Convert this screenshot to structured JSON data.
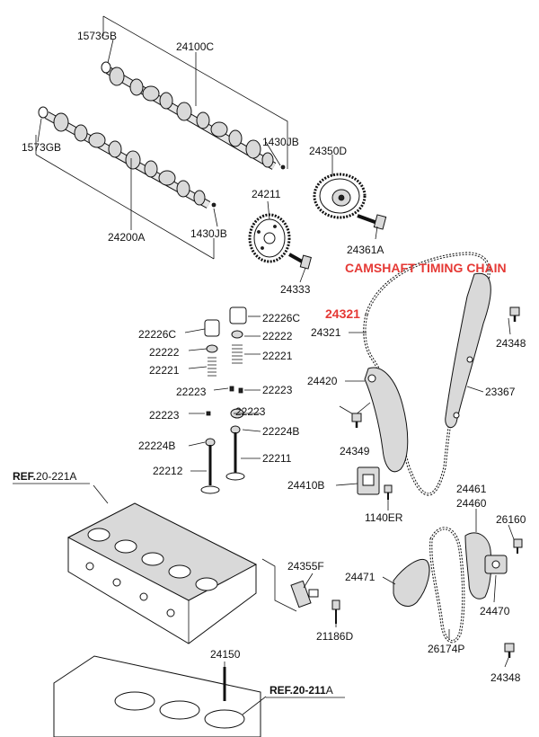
{
  "labels": {
    "l1573gb_top": "1573GB",
    "l24100c": "24100C",
    "l1573gb_left": "1573GB",
    "l1430jb_top": "1430JB",
    "l24350d": "24350D",
    "l24211": "24211",
    "l24200a": "24200A",
    "l1430jb_bot": "1430JB",
    "l24361a": "24361A",
    "l24333": "24333",
    "l22226c_r": "22226C",
    "l22226c_l": "22226C",
    "l22222_l": "22222",
    "l22222_r": "22222",
    "l22221_l": "22221",
    "l22221_r": "22221",
    "l22223_1": "22223",
    "l22223_2": "22223",
    "l22223_3": "22223",
    "l22223_4": "22223",
    "l22224b_l": "22224B",
    "l22224b_r": "22224B",
    "l22212": "22212",
    "l22211": "22211",
    "l24321": "24321",
    "l24348_top": "24348",
    "l24420": "24420",
    "l23367": "23367",
    "l24349": "24349",
    "l24410b": "24410B",
    "l1140er": "1140ER",
    "l24461": "24461",
    "l24460": "24460",
    "l26160": "26160",
    "l24355f": "24355F",
    "l24471": "24471",
    "l24470": "24470",
    "l21186d": "21186D",
    "l26174p": "26174P",
    "l24348_bot": "24348",
    "l24150": "24150"
  },
  "refs": {
    "top_prefix": "REF.",
    "top_num": "20-221A",
    "bot_prefix": "REF.",
    "bot_num": "20-211",
    "bot_suffix": "A"
  },
  "highlight": {
    "title": "CAMSHAFT TIMING CHAIN",
    "part_number": "24321"
  },
  "colors": {
    "highlight": "#e53935",
    "ink": "#111111"
  }
}
